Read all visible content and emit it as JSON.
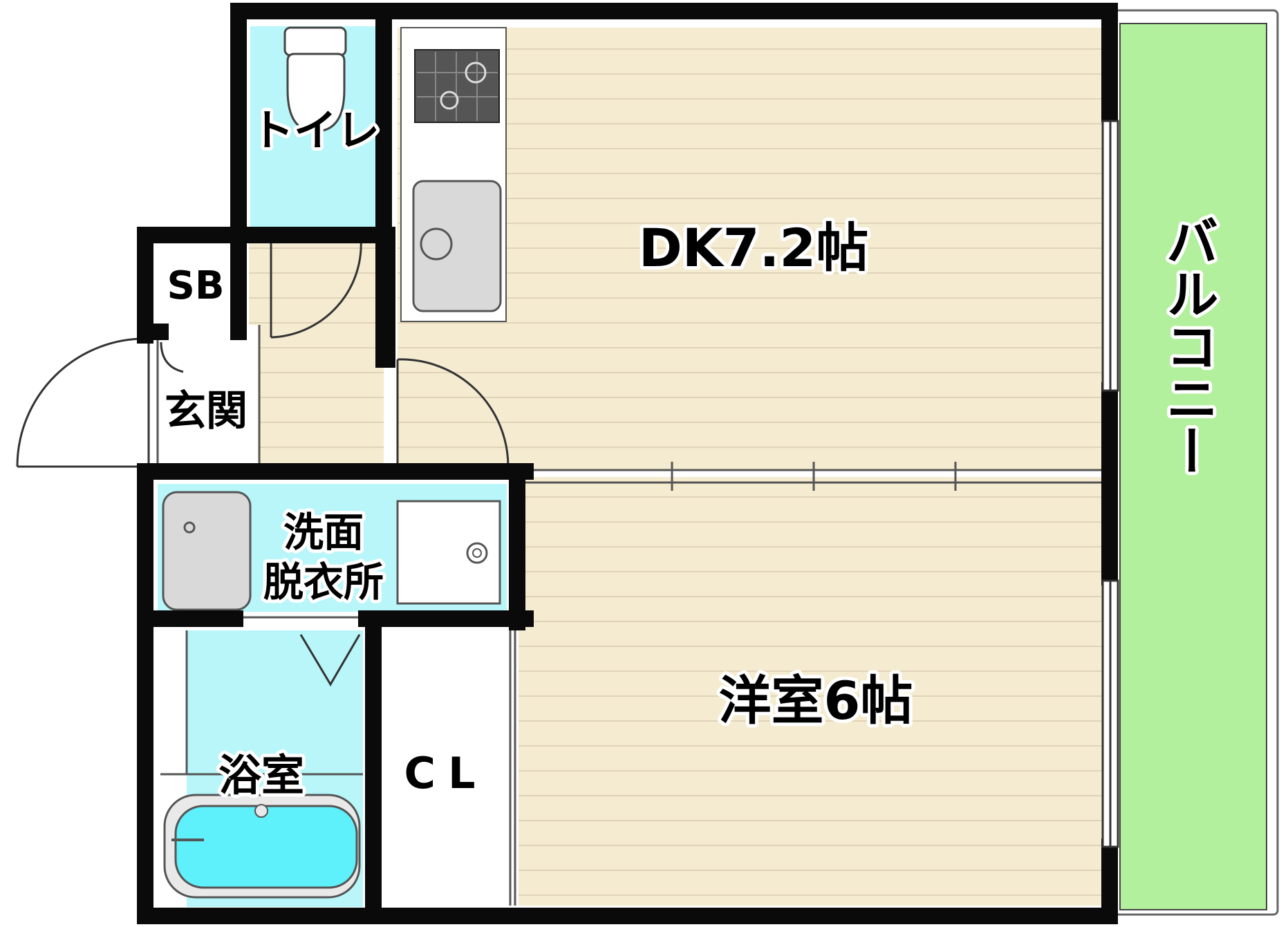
{
  "rooms": {
    "toilet": "トイレ",
    "dk": "DK7.2帖",
    "sb": "SB",
    "entrance": "玄関",
    "washroom_line1": "洗面",
    "washroom_line2": "脱衣所",
    "bath": "浴室",
    "closet": "CL",
    "western": "洋室6帖",
    "balcony": "バルコニー"
  },
  "colors": {
    "floor": "#f4ebd0",
    "floor_line": "#d9ccb0",
    "wet": "#b8f6fa",
    "balcony": "#b2f09e",
    "wall": "#0a0a0a",
    "fixture": "#d9d9d9"
  }
}
